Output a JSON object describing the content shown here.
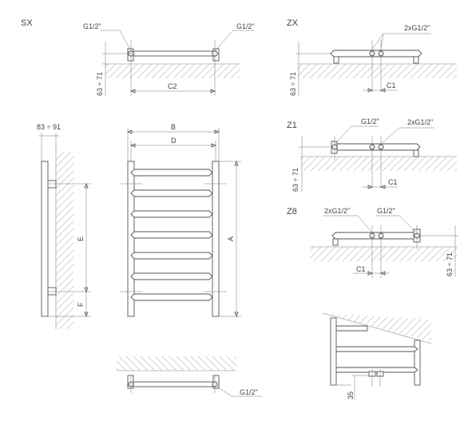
{
  "views": {
    "sx": {
      "title": "SX",
      "left_conn": "G1/2\"",
      "right_conn": "G1/2\"",
      "height_dim": "63 ÷ 71",
      "spacing_dim": "C2"
    },
    "zx": {
      "title": "ZX",
      "conn": "2xG1/2\"",
      "height_dim": "63 ÷ 71",
      "offset_dim": "C1"
    },
    "z1": {
      "title": "Z1",
      "single_conn": "G1/2\"",
      "double_conn": "2xG1/2\"",
      "height_dim": "63 ÷ 71",
      "offset_dim": "C1"
    },
    "z8": {
      "title": "Z8",
      "double_conn": "2xG1/2\"",
      "single_conn": "G1/2\"",
      "height_dim": "63 ÷ 71",
      "offset_dim": "C1"
    },
    "side": {
      "wall_dim": "83 ÷ 91",
      "e_dim": "E",
      "f_dim": "F"
    },
    "front": {
      "b_dim": "B",
      "d_dim": "D",
      "a_dim": "A"
    },
    "bottom": {
      "conn": "G1/2\""
    },
    "detail": {
      "dim": "35"
    }
  }
}
